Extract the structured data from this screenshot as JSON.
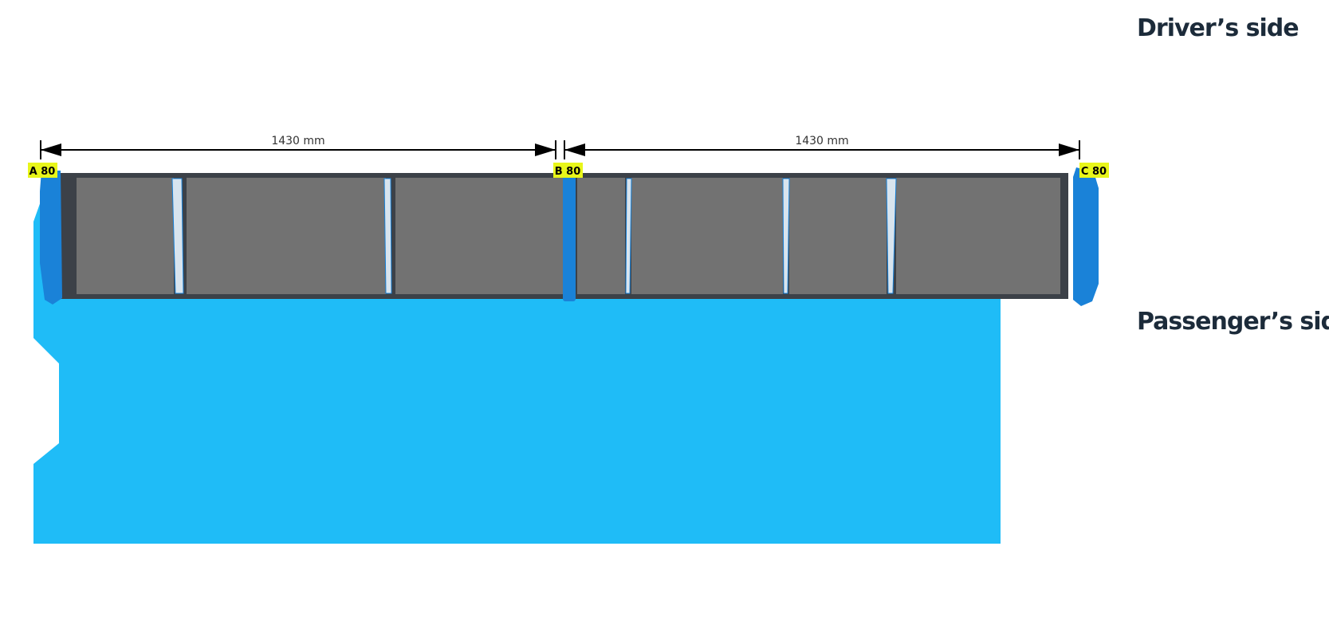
{
  "labels": {
    "drivers_side": "Driver’s side",
    "passengers_side": "Passenger’s side"
  },
  "dimensions": [
    {
      "label": "1430 mm"
    },
    {
      "label": "1430 mm"
    }
  ],
  "anchors": [
    {
      "label": "A 80"
    },
    {
      "label": "B 80"
    },
    {
      "label": "C 80"
    }
  ],
  "colors": {
    "vehicle_body": "#1fbcf7",
    "bar_blue": "#1a82d8",
    "bar_frame": "#3c4148",
    "panel_gray": "#727272",
    "anchor_badge": "#e8f61a",
    "text_dark": "#1c2b3a"
  }
}
